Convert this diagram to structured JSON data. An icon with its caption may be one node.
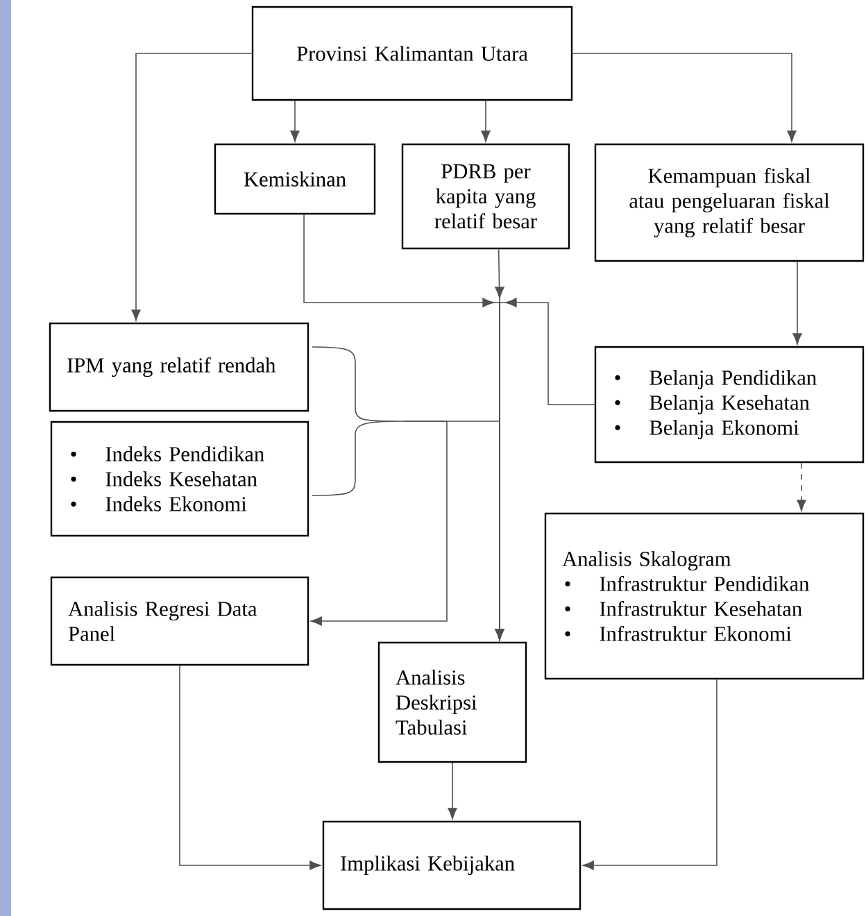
{
  "diagram": {
    "nodes": [
      {
        "text": [
          "Provinsi Kalimantan Utara"
        ]
      },
      {
        "text": [
          "Kemiskinan"
        ]
      },
      {
        "text": [
          "PDRB per kapita yang relatif besar"
        ]
      },
      {
        "text": [
          "Kemampuan fiskal atau pengeluaran fiskal yang relatif besar"
        ]
      },
      {
        "text": [
          "IPM yang relatif rendah"
        ]
      },
      {
        "text": [
          "Indeks Pendidikan",
          "Indeks Kesehatan",
          "Indeks Ekonomi"
        ]
      },
      {
        "text": [],
        "shape": "brace"
      },
      {
        "text": [
          "Belanja Pendidikan",
          "Belanja Kesehatan",
          "Belanja Ekonomi"
        ]
      },
      {
        "text": [
          "Analisis Skalogram",
          "Infrastruktur Pendidikan",
          "Infrastruktur Kesehatan",
          "Infrastruktur Ekonomi"
        ]
      },
      {
        "text": [
          "Analisis Regresi Data Panel"
        ]
      },
      {
        "text": [
          "Analisis Deskripsi Tabulasi"
        ]
      },
      {
        "text": [
          "Implikasi Kebijakan"
        ]
      }
    ],
    "edges": [
      {
        "from": 0,
        "to": 1,
        "arrow": "to"
      },
      {
        "from": 0,
        "to": 2,
        "arrow": "to"
      },
      {
        "from": 0,
        "to": 3,
        "arrow": "to"
      },
      {
        "from": 0,
        "to": 4,
        "arrow": "to"
      },
      {
        "from": 1,
        "to": 10,
        "arrow": "to"
      },
      {
        "from": 2,
        "to": 10,
        "arrow": "to"
      },
      {
        "from": 7,
        "to": 10,
        "arrow": "to"
      },
      {
        "from": 6,
        "to": 9,
        "arrow": "to"
      },
      {
        "from": 6,
        "to": 10,
        "arrow": "to"
      },
      {
        "from": 3,
        "to": 7,
        "arrow": "to"
      },
      {
        "from": 7,
        "to": 8,
        "arrow": "to",
        "style": "dashed"
      },
      {
        "from": 9,
        "to": 11,
        "arrow": "to"
      },
      {
        "from": 10,
        "to": 11,
        "arrow": "to"
      },
      {
        "from": 8,
        "to": 11,
        "arrow": "to"
      }
    ],
    "labels": [
      "•",
      "•",
      "•",
      "•",
      "•",
      "•",
      "•",
      "•",
      "•"
    ]
  }
}
